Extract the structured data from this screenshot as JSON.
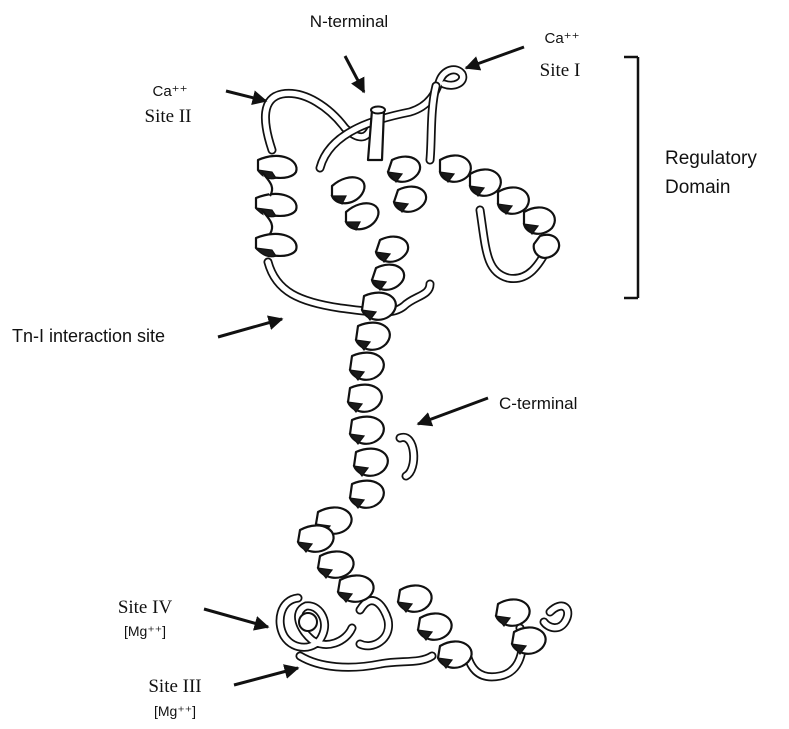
{
  "figure": {
    "labels": {
      "n_terminal": "N-terminal",
      "site1_ion": "Ca⁺⁺",
      "site1_name": "Site I",
      "site2_ion": "Ca⁺⁺",
      "site2_name": "Site II",
      "regulatory_line1": "Regulatory",
      "regulatory_line2": "Domain",
      "tni_site": "Tn-I interaction site",
      "c_terminal": "C-terminal",
      "site4_name": "Site IV",
      "site4_ion": "[Mg⁺⁺]",
      "site3_name": "Site III",
      "site3_ion": "[Mg⁺⁺]"
    },
    "colors": {
      "ink": "#111111",
      "ribbon_fill": "#ffffff",
      "background": "#ffffff"
    }
  }
}
